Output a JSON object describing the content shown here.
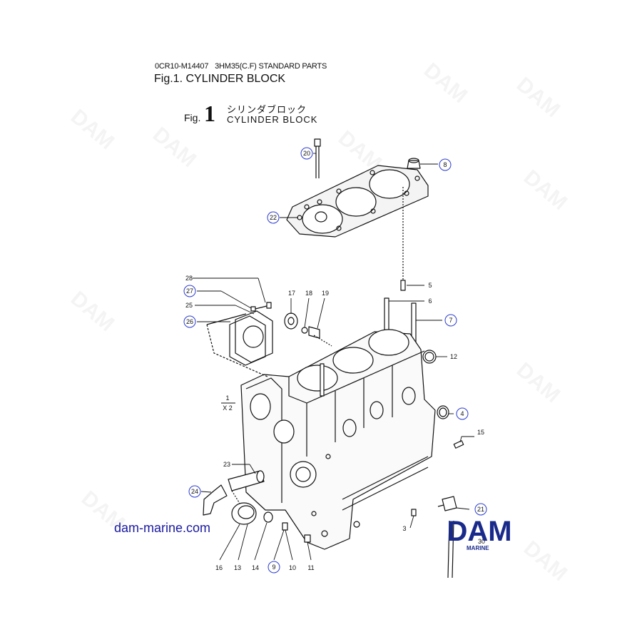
{
  "header": {
    "ref_code": "0CR10-M14407",
    "model": "3HM35(C.F) STANDARD PARTS",
    "title": "Fig.1.  CYLINDER BLOCK"
  },
  "figure": {
    "fig_word": "Fig.",
    "fig_number": "1",
    "title_japanese": "シリンダブロック",
    "title_english": "CYLINDER BLOCK"
  },
  "quantity_note": {
    "numerator": "1",
    "denominator": "X 2"
  },
  "website": "dam-marine.com",
  "logo": {
    "text": "DAM",
    "subtext": "MARINE",
    "color": "#1a2a8a"
  },
  "watermark": "DAM",
  "part_labels": {
    "p3": "3",
    "p4": "4",
    "p5": "5",
    "p6": "6",
    "p7": "7",
    "p8": "8",
    "p9": "9",
    "p10": "10",
    "p11": "11",
    "p12": "12",
    "p13": "13",
    "p14": "14",
    "p15": "15",
    "p16": "16",
    "p17": "17",
    "p18": "18",
    "p19": "19",
    "p20": "20",
    "p21": "21",
    "p22": "22",
    "p23": "23",
    "p24": "24",
    "p25": "25",
    "p26": "26",
    "p27": "27",
    "p28": "28",
    "p30": "30"
  },
  "colors": {
    "circle_highlight": "#2a3bd0",
    "line": "#111111"
  }
}
